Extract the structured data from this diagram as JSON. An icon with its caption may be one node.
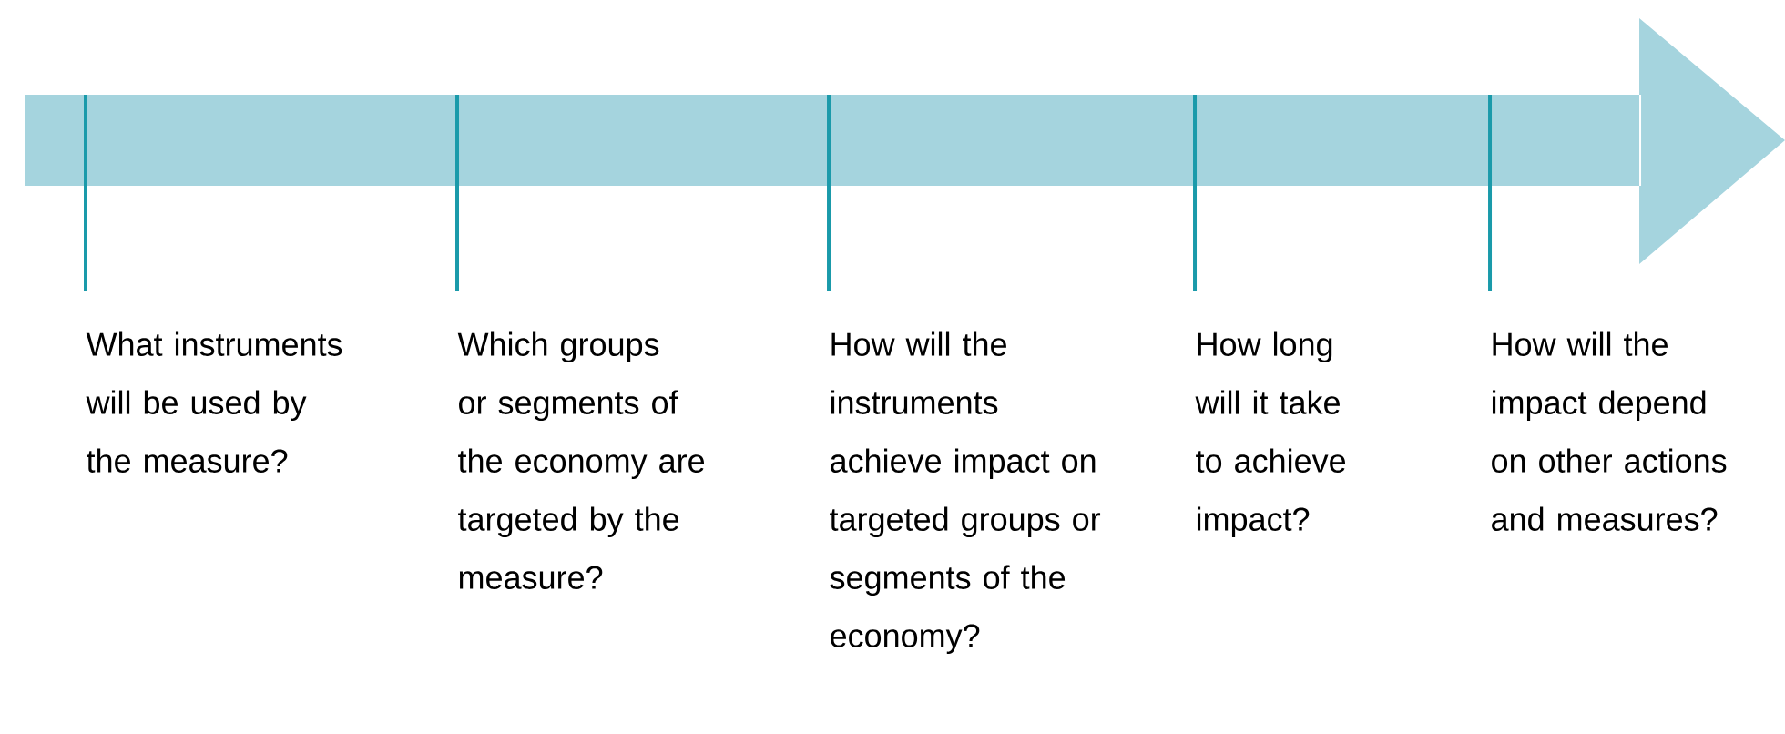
{
  "diagram": {
    "nodes": [
      {
        "text": [],
        "shape": "arrow"
      },
      {
        "text": [
          "What instruments will be used by the measure?"
        ]
      },
      {
        "text": [
          "Which groups or segments of the economy are targeted by the measure?"
        ]
      },
      {
        "text": [
          "How will the instruments achieve impact on targeted groups or segments of the economy?"
        ]
      },
      {
        "text": [
          "How long will it take to achieve impact?"
        ]
      },
      {
        "text": [
          "How will the impact depend on other actions and measures?"
        ]
      }
    ],
    "edges": [
      {
        "from": 1,
        "to": 0,
        "arrow": "none"
      },
      {
        "from": 2,
        "to": 0,
        "arrow": "none"
      },
      {
        "from": 3,
        "to": 0,
        "arrow": "none"
      },
      {
        "from": 4,
        "to": 0,
        "arrow": "none"
      },
      {
        "from": 5,
        "to": 0,
        "arrow": "none"
      }
    ]
  }
}
